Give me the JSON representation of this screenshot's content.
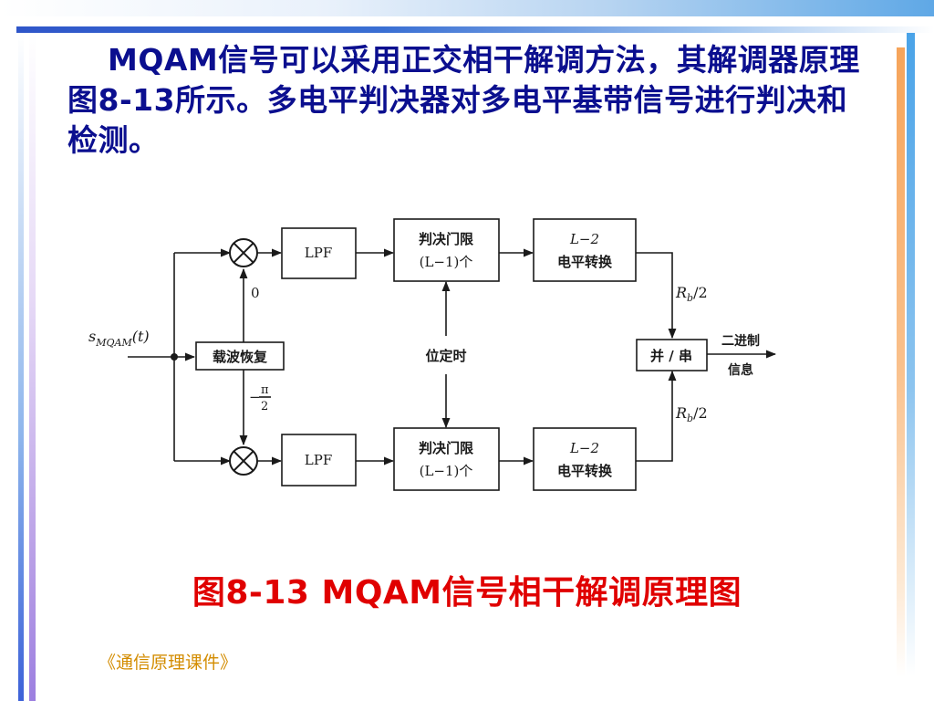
{
  "intro": {
    "text": "MQAM信号可以采用正交相干解调方法，其解调器原理图8-13所示。多电平判决器对多电平基带信号进行判决和检测。"
  },
  "diagram": {
    "input_label": "s",
    "input_sub": "MQAM",
    "input_arg": "(t)",
    "carrier_recovery": "载波恢复",
    "phase_top": "0",
    "phase_bottom_minus": "−",
    "phase_bottom_num": "π",
    "phase_bottom_den": "2",
    "lpf_top": "LPF",
    "lpf_bottom": "LPF",
    "threshold_line1": "判决门限",
    "threshold_line2": "(L−1)个",
    "bit_timing": "位定时",
    "converter_line1": "L−2",
    "converter_line2": "电平转换",
    "rate_label_main": "R",
    "rate_label_sub": "b",
    "rate_label_tail": "/2",
    "parallel_serial": "并 / 串",
    "output_line1": "二进制",
    "output_line2": "信息"
  },
  "caption": "图8-13  MQAM信号相干解调原理图",
  "footer": "《通信原理课件》",
  "colors": {
    "intro_text": "#0b0f8f",
    "caption": "#e00000",
    "footer": "#d38c00"
  }
}
